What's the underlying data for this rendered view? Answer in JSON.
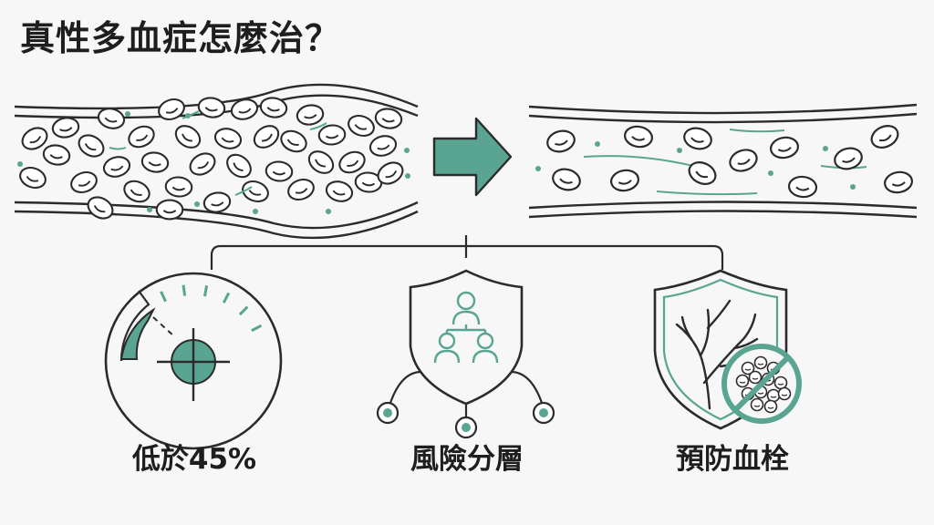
{
  "title": "真性多血症怎麼治？",
  "labels": {
    "target": "低於45%",
    "risk": "風險分層",
    "prevent": "預防血栓"
  },
  "colors": {
    "ink": "#2b2b2b",
    "accent": "#5aa592",
    "background": "#f7f7f7"
  },
  "icons": {
    "transition": "arrow-right-icon",
    "target": "hematocrit-gauge-target-icon",
    "risk": "shield-people-hierarchy-icon",
    "prevent": "shield-no-clot-icon"
  }
}
